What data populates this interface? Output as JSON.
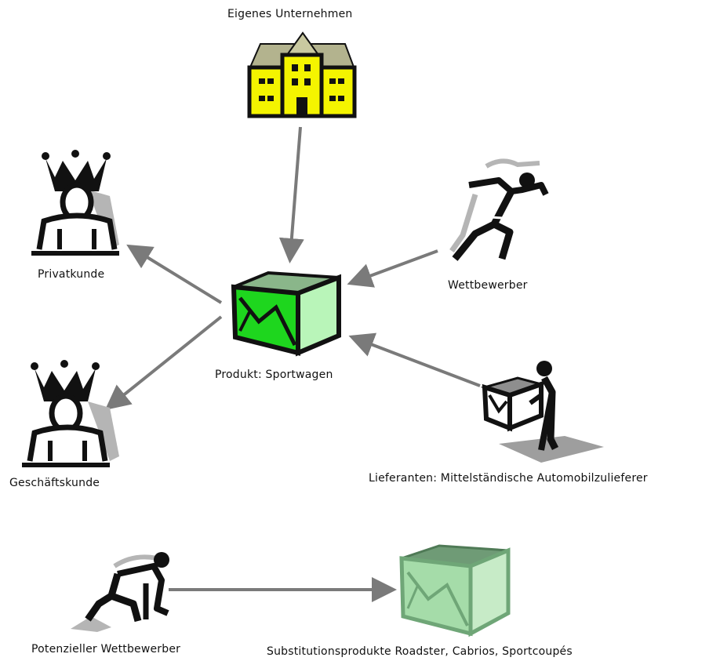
{
  "nodes": {
    "company": "Eigenes Unternehmen",
    "private_customer": "Privatkunde",
    "business_customer": "Geschäftskunde",
    "product": "Produkt: Sportwagen",
    "competitor": "Wettbewerber",
    "suppliers": "Lieferanten: Mittelständische Automobilzulieferer",
    "potential_competitor": "Potenzieller Wettbewerber",
    "substitutes": "Substitutionsprodukte Roadster, Cabrios, Sportcoupés"
  },
  "icons": {
    "company": "building-icon",
    "private_customer": "king-customer-icon",
    "business_customer": "king-customer-icon",
    "product": "box-icon",
    "competitor": "runner-icon",
    "suppliers": "person-carrying-box-icon",
    "potential_competitor": "sprinter-start-icon",
    "substitutes": "faded-box-icon"
  },
  "colors": {
    "arrow": "#7a7a7a",
    "box_green": "#1ed61e",
    "box_light": "#b9f5b9",
    "building_yellow": "#f4f400",
    "substitute_box": "#8fc79a"
  }
}
